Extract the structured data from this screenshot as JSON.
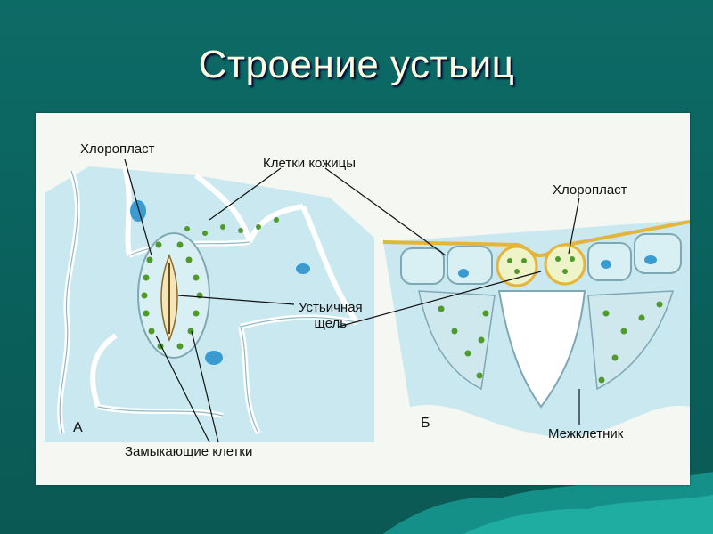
{
  "slide": {
    "title": "Строение устьиц"
  },
  "figure": {
    "labels": {
      "chloroplast_a": "Хлоропласт",
      "epidermal_cells": "Клетки кожицы",
      "chloroplast_b": "Хлоропласт",
      "stomatal_slit": "Устьичная\nщель",
      "guard_cells": "Замыкающие клетки",
      "intercellular": "Межклетник",
      "panel_a": "А",
      "panel_b": "Б"
    }
  },
  "colors": {
    "background": "#0d6b66",
    "title": "#fffbe0",
    "cell_fill": "#c9e8ef",
    "cell_wall": "#ffffff",
    "chloroplast": "#4f9a2a",
    "nucleus": "#3a9bd0",
    "cuticle": "#e5b43a"
  }
}
